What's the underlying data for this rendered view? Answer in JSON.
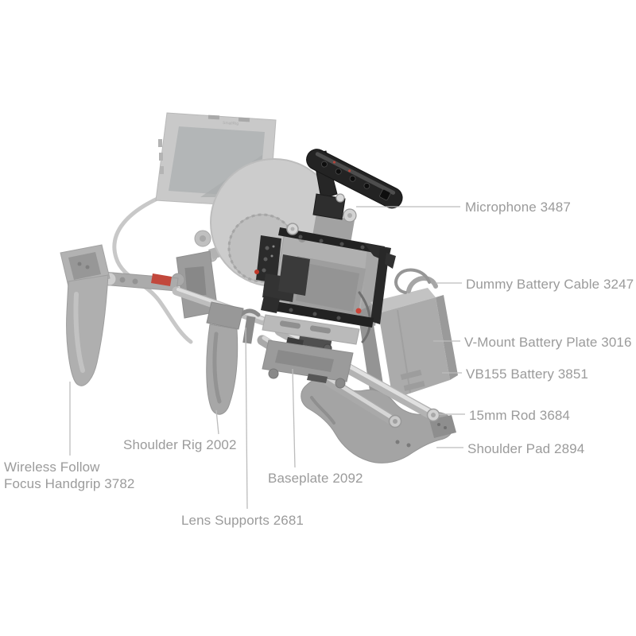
{
  "colors": {
    "background": "#ffffff",
    "label_text": "#9b9b9b",
    "leader_line": "#bcbcbc",
    "highlight_black": "#232323",
    "faded_gray": "#c9c9c9",
    "accent_red": "#c0392b"
  },
  "monitor": {
    "brand": "SmallRig"
  },
  "callouts": [
    {
      "id": "microphone",
      "text": "Microphone 3487"
    },
    {
      "id": "dummy-battery-cable",
      "text": "Dummy Battery Cable 3247"
    },
    {
      "id": "v-mount-battery-plate",
      "text": "V-Mount Battery Plate 3016"
    },
    {
      "id": "vb155-battery",
      "text": "VB155 Battery 3851"
    },
    {
      "id": "15mm-rod",
      "text": "15mm Rod 3684"
    },
    {
      "id": "shoulder-pad",
      "text": "Shoulder Pad 2894"
    },
    {
      "id": "shoulder-rig",
      "text": "Shoulder Rig 2002"
    },
    {
      "id": "wireless-follow-focus-handgrip",
      "text": "Wireless Follow\nFocus Handgrip 3782"
    },
    {
      "id": "baseplate",
      "text": "Baseplate 2092"
    },
    {
      "id": "lens-supports",
      "text": "Lens Supports 2681"
    }
  ]
}
